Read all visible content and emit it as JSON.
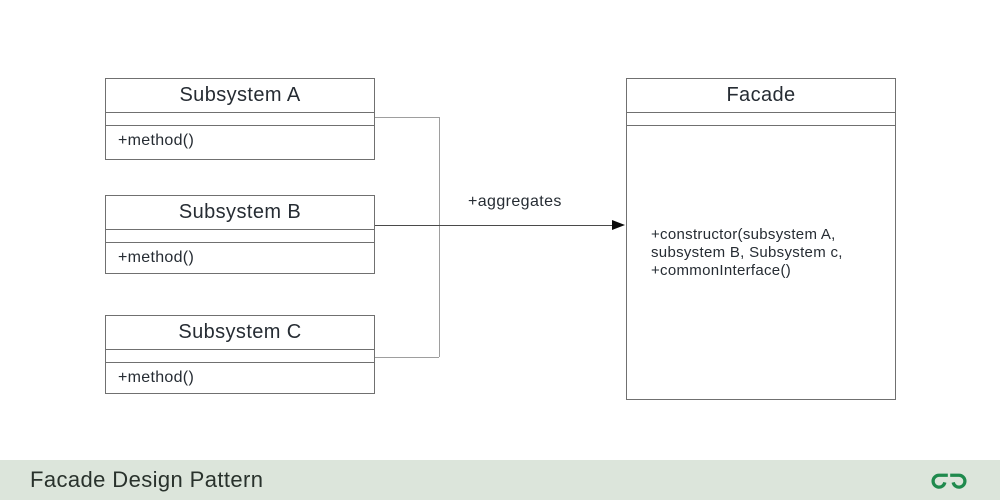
{
  "diagram": {
    "subsystems": [
      {
        "title": "Subsystem A",
        "method": "+method()"
      },
      {
        "title": "Subsystem B",
        "method": "+method()"
      },
      {
        "title": "Subsystem C",
        "method": "+method()"
      }
    ],
    "facade": {
      "title": "Facade",
      "body_lines": [
        "+constructor(subsystem A,",
        "subsystem B, Subsystem c,",
        "+commonInterface()"
      ]
    },
    "arrow_label": "+aggregates"
  },
  "footer": {
    "title": "Facade Design Pattern",
    "logo_icon": "geeksforgeeks-logo"
  },
  "colors": {
    "text": "#262c33",
    "box_border": "#707070",
    "connector": "#9e9e9e",
    "arrow": "#4a4a4a",
    "footer_bg": "#dce5db",
    "footer_text": "#29322c",
    "logo_green": "#1f8a4d"
  }
}
